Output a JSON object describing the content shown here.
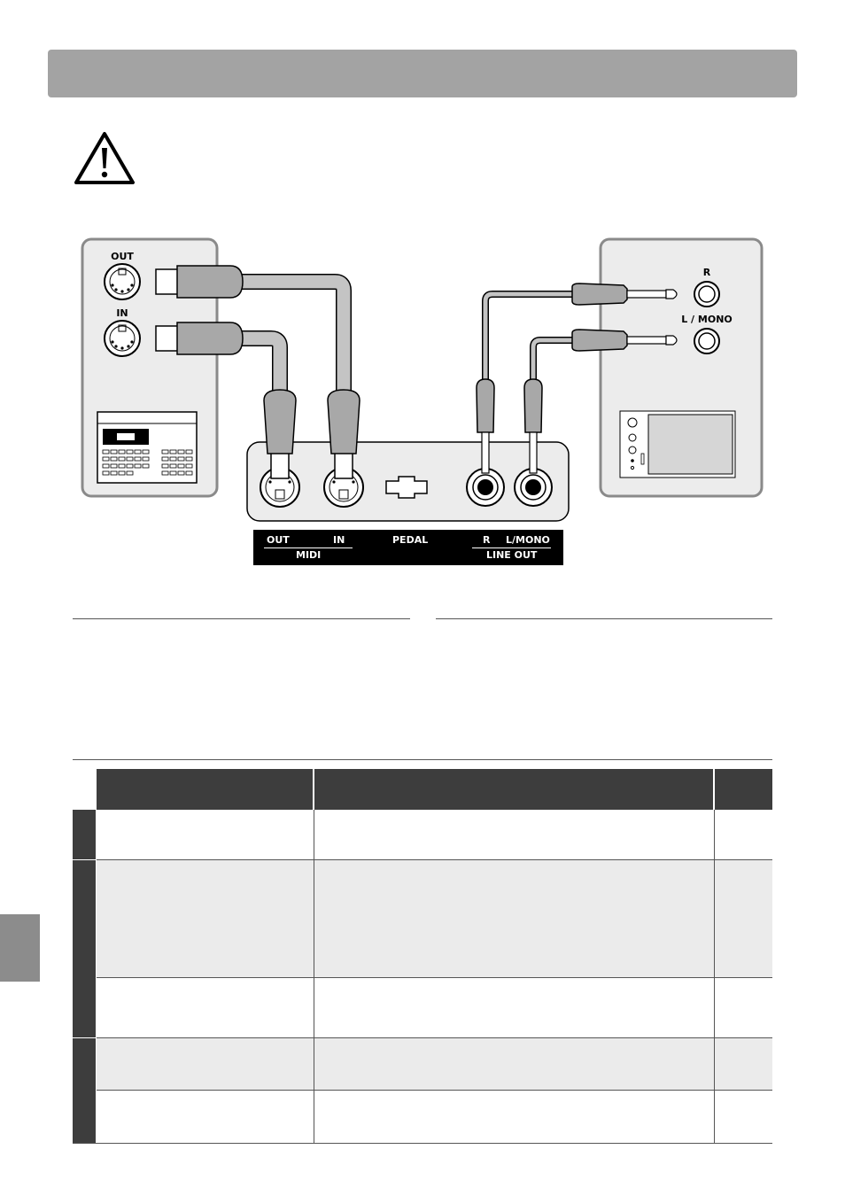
{
  "panel": {
    "midi_out": "OUT",
    "midi_in": "IN",
    "pedal": "PEDAL",
    "line_r": "R",
    "line_l_mono": "L/MONO",
    "midi_group": "MIDI",
    "line_group": "LINE OUT"
  },
  "external_midi_device": {
    "out_label": "OUT",
    "in_label": "IN"
  },
  "external_audio_device": {
    "r_label": "R",
    "l_mono_label": "L / MONO"
  },
  "colors": {
    "header_bar": "#a3a3a3",
    "side_tab": "#8c8c8c",
    "cable_fill": "#c4c4c4",
    "plug_fill": "#a8a8a8",
    "table_header": "#3d3d3d",
    "row_shade": "#ebebeb"
  },
  "icons": {
    "warning": "warning-triangle-icon"
  }
}
